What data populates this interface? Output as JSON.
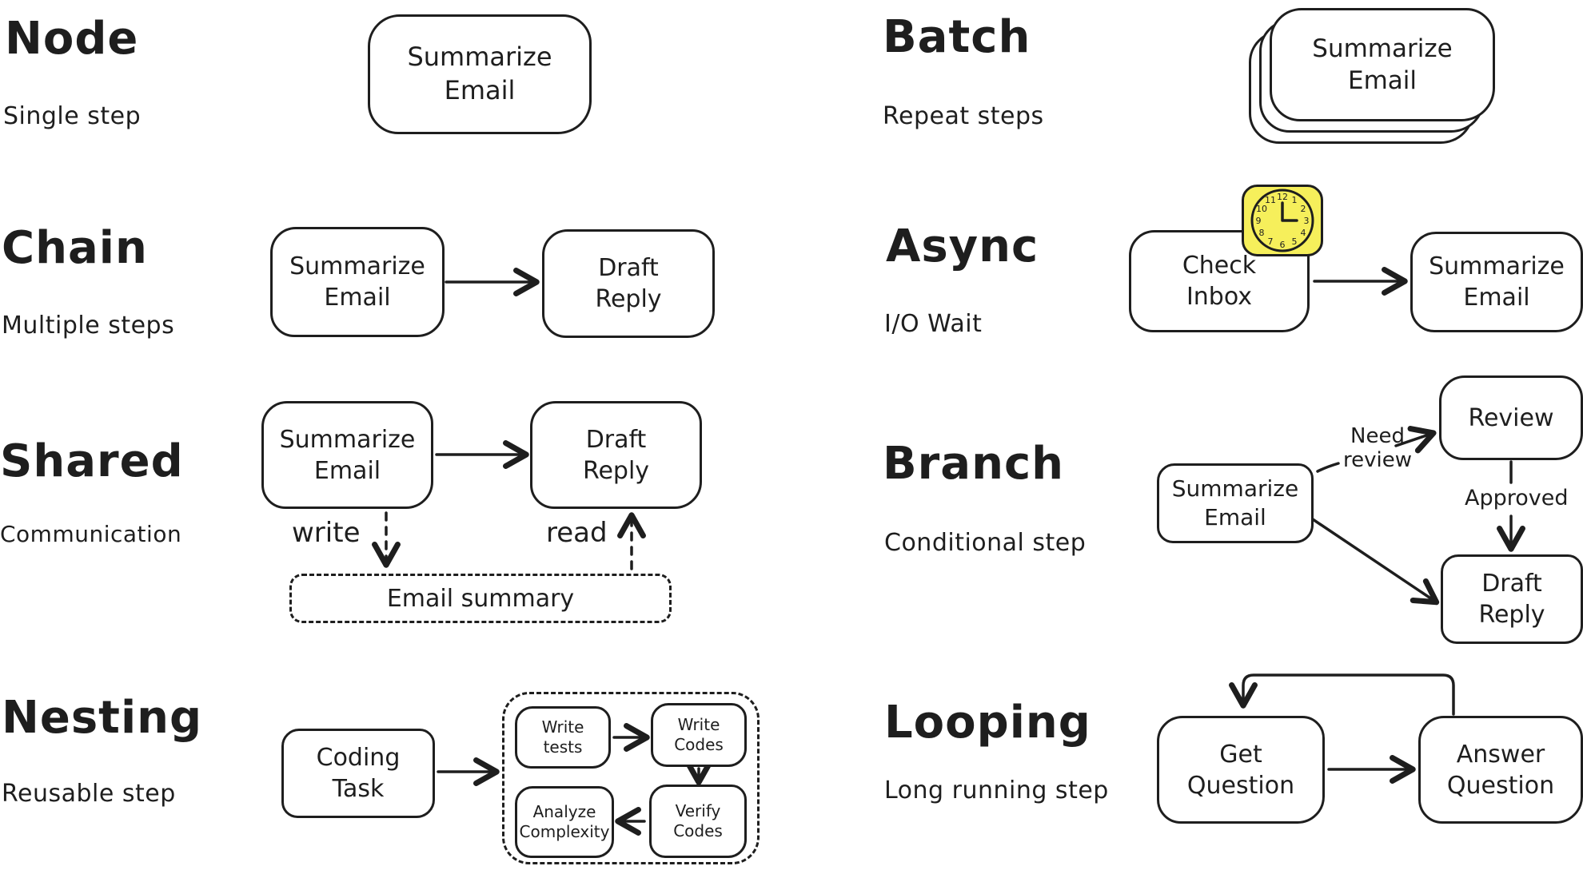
{
  "colors": {
    "ink": "#1e1e1e",
    "background": "#ffffff",
    "clock_fill": "#f6ef5b"
  },
  "sections": {
    "node": {
      "title": "Node",
      "subtitle": "Single step",
      "box1": "Summarize Email"
    },
    "chain": {
      "title": "Chain",
      "subtitle": "Multiple steps",
      "box1": "Summarize Email",
      "box2": "Draft Reply"
    },
    "shared": {
      "title": "Shared",
      "subtitle": "Communication",
      "box1": "Summarize Email",
      "box2": "Draft Reply",
      "write_label": "write",
      "read_label": "read",
      "store_box": "Email summary"
    },
    "nesting": {
      "title": "Nesting",
      "subtitle": "Reusable step",
      "box1": "Coding Task",
      "inner_box1": "Write tests",
      "inner_box2": "Write Codes",
      "inner_box3": "Verify Codes",
      "inner_box4": "Analyze Complexity"
    },
    "batch": {
      "title": "Batch",
      "subtitle": "Repeat steps",
      "box1": "Summarize Email"
    },
    "async": {
      "title": "Async",
      "subtitle": "I/O Wait",
      "box1": "Check Inbox",
      "box2": "Summarize Email",
      "clock_icon": "clock-icon",
      "clock_numerals": [
        "12",
        "1",
        "2",
        "3",
        "4",
        "5",
        "6",
        "7",
        "8",
        "9",
        "10",
        "11"
      ]
    },
    "branch": {
      "title": "Branch",
      "subtitle": "Conditional step",
      "box1": "Summarize Email",
      "box2": "Review",
      "box3": "Draft Reply",
      "need_review_label": "Need review",
      "approved_label": "Approved"
    },
    "looping": {
      "title": "Looping",
      "subtitle": "Long running step",
      "box1": "Get Question",
      "box2": "Answer Question"
    }
  }
}
